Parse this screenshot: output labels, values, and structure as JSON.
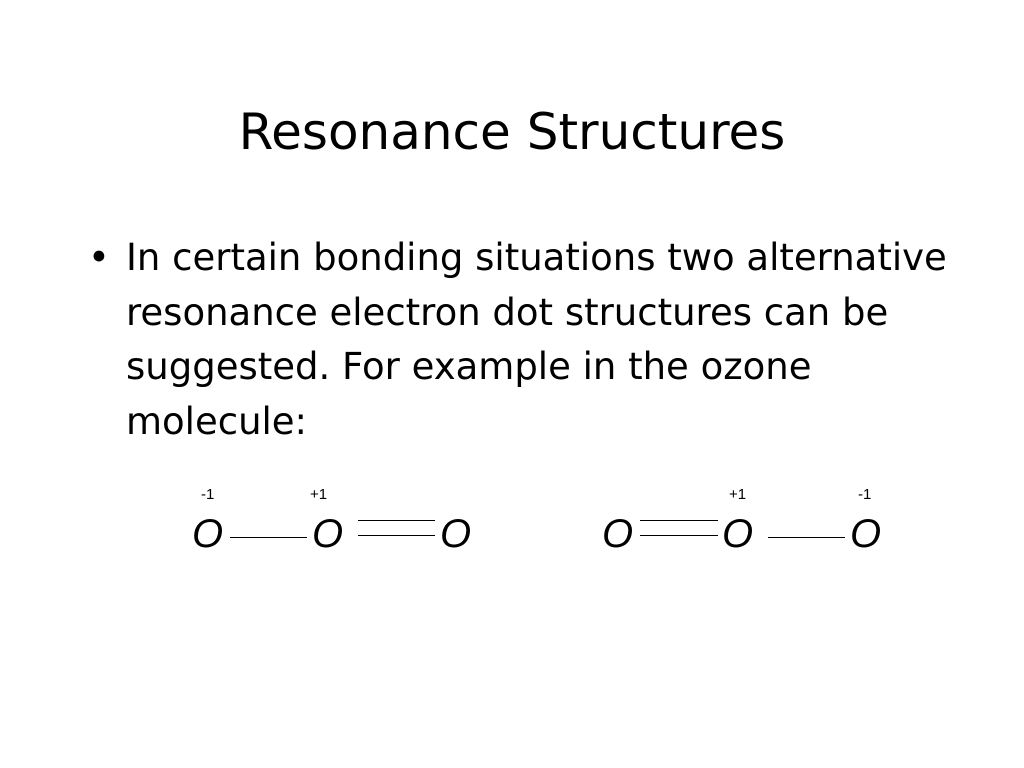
{
  "slide": {
    "title": "Resonance Structures",
    "bullet": "In certain bonding situations two alternative resonance electron dot structures can be suggested. For example in the ozone molecule:",
    "bullet_marker": "•"
  },
  "structure_1": {
    "atoms": [
      "O",
      "O",
      "O"
    ],
    "charges": [
      "-1",
      "+1"
    ],
    "bonds": [
      "single",
      "double"
    ]
  },
  "structure_2": {
    "atoms": [
      "O",
      "O",
      "O"
    ],
    "charges": [
      "+1",
      "-1"
    ],
    "bonds": [
      "double",
      "single"
    ]
  }
}
